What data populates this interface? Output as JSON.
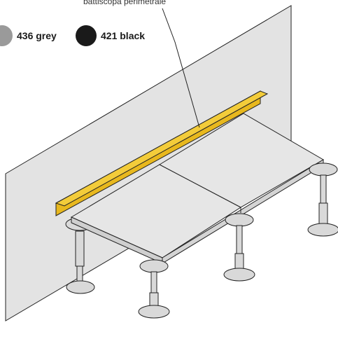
{
  "callout": {
    "label": "battiscopa perimetrale"
  },
  "swatches": [
    {
      "label": "436 grey",
      "color": "#9a9a9a"
    },
    {
      "label": "421 black",
      "color": "#1a1a1a"
    }
  ],
  "colors": {
    "wall": "#e3e3e3",
    "panel_top": "#e6e6e6",
    "panel_edge": "#cfcfcf",
    "skirting": "#e8b81e",
    "pedestal": "#d9d9d9",
    "outline": "#222222"
  }
}
